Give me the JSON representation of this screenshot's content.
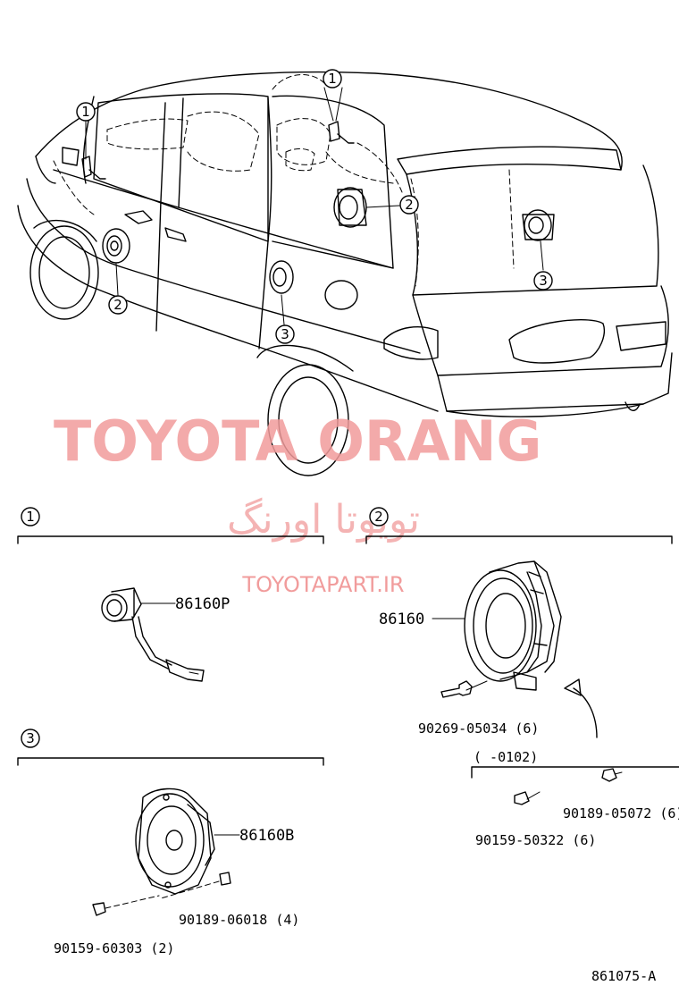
{
  "callouts": {
    "c1": "1",
    "c2": "2",
    "c3": "3"
  },
  "parts": {
    "p86160P": "86160P",
    "p86160": "86160",
    "p86160B": "86160B",
    "p90269": "90269-05034 (6)",
    "p90189_05072": "90189-05072 (6)",
    "p90159_50322": "90159-50322 (6)",
    "p90189_06018": "90189-06018 (4)",
    "p90159_60303": "90159-60303 (2)"
  },
  "range_label": "(        -0102)",
  "diagram_code": "861075-A",
  "watermark": {
    "title": "TOYOTA ORANG",
    "persian": "تویوتا اورنگ",
    "url": "TOYOTAPART.IR"
  }
}
